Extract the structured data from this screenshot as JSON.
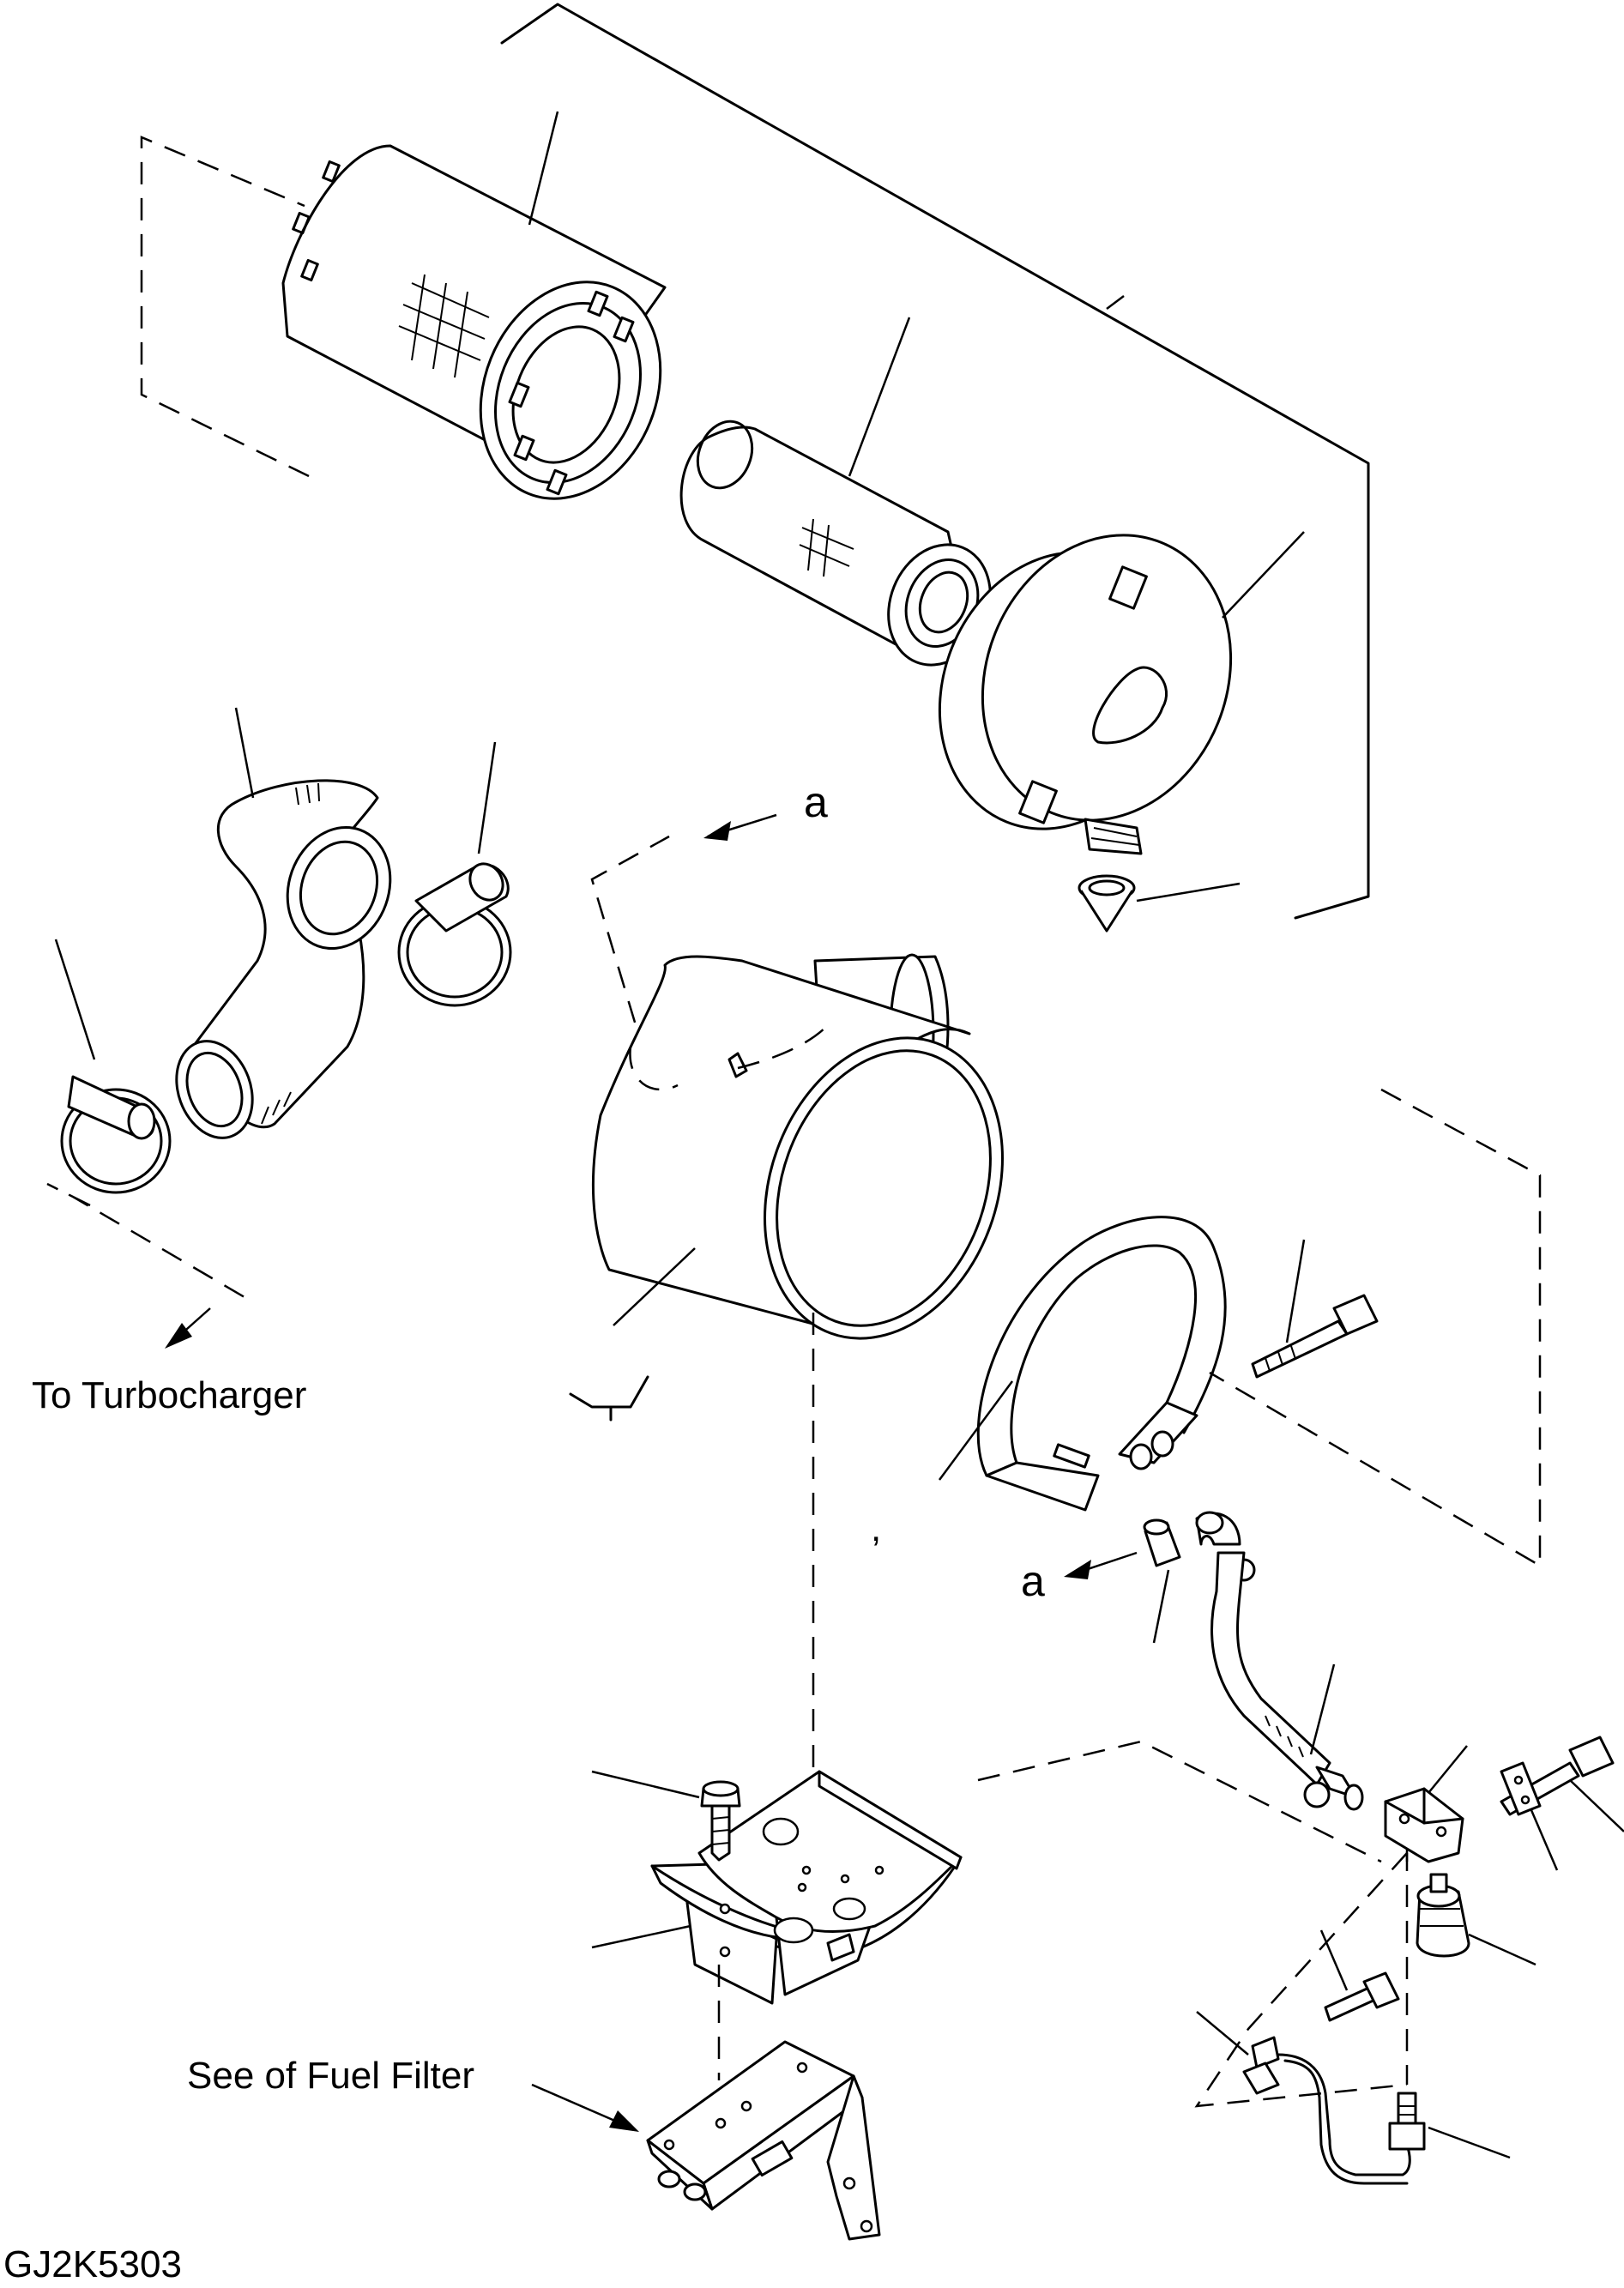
{
  "labels": {
    "to_turbocharger": "To Turbocharger",
    "fuel_filter_note": "See of Fuel Filter",
    "view_a_top": "a",
    "view_a_lower": "a",
    "apostrophe": ",",
    "drawing_number": "GJ2K5303"
  }
}
